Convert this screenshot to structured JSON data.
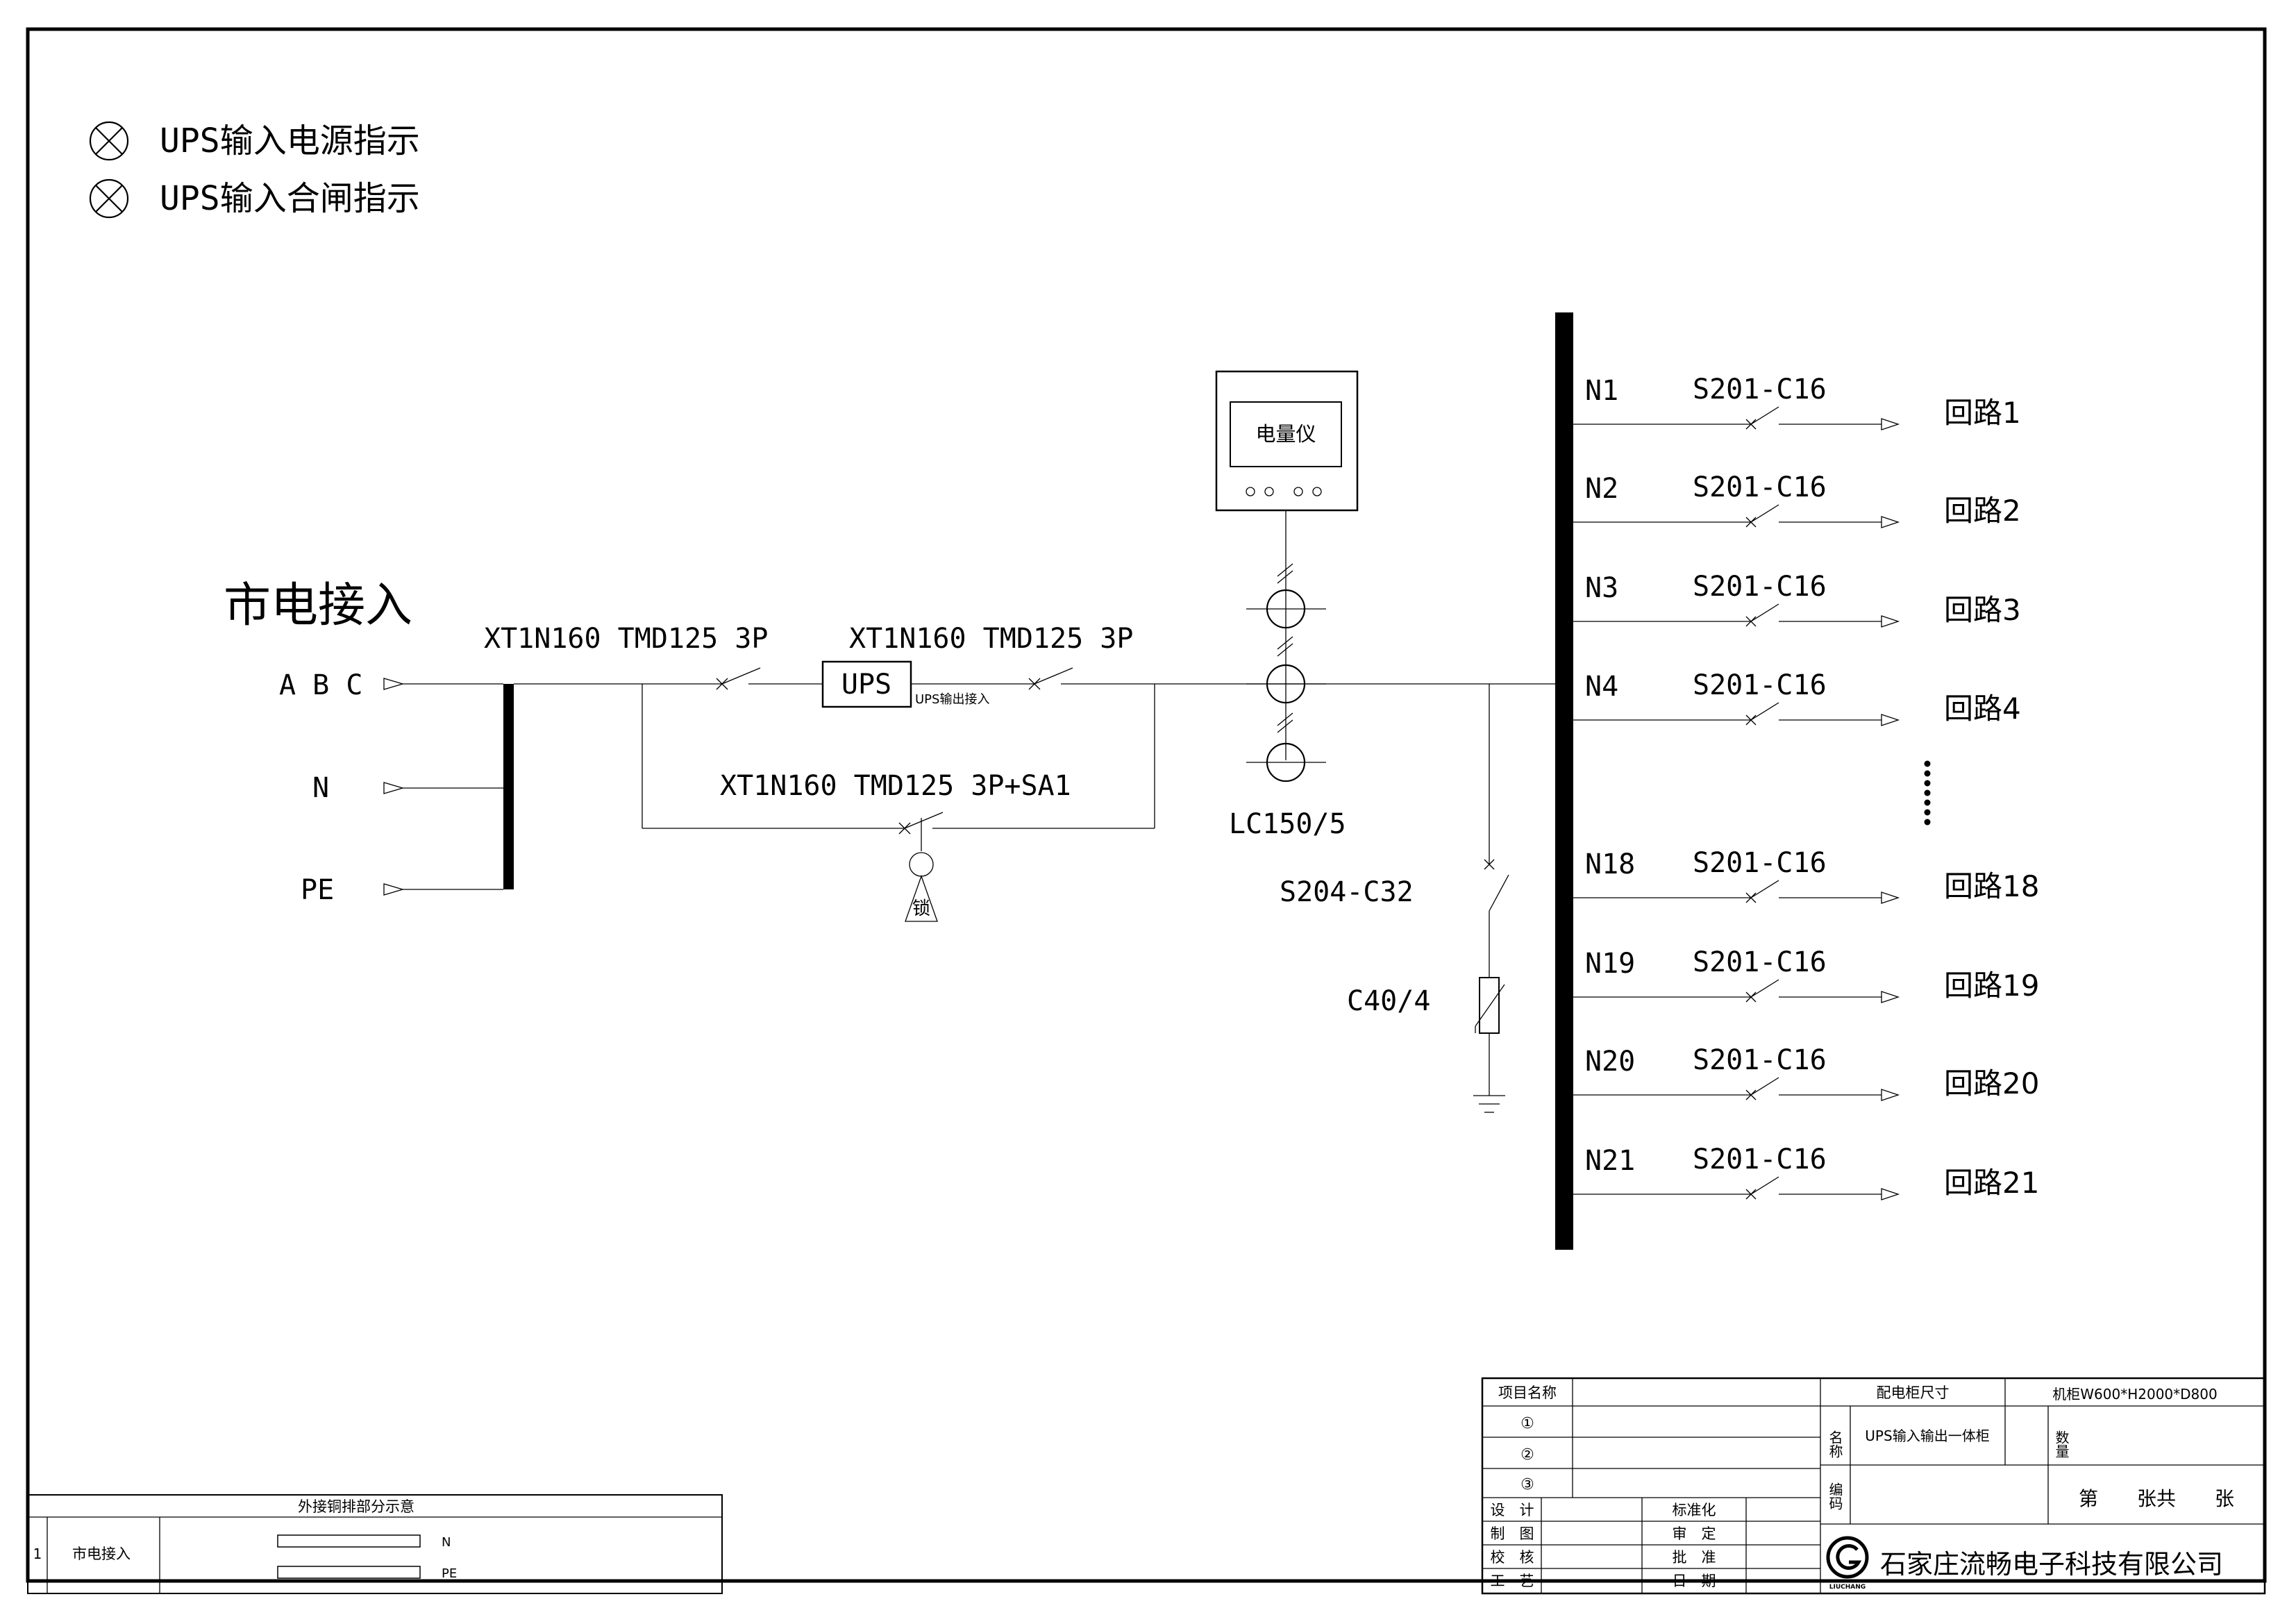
{
  "indicators": [
    {
      "label": "UPS输入电源指示"
    },
    {
      "label": "UPS输入合闸指示"
    }
  ],
  "inputs": {
    "title": "市电接入",
    "phases": "A B C",
    "neutral": "N",
    "earth": "PE"
  },
  "main_breaker": "XT1N160 TMD125 3P",
  "ups": {
    "label": "UPS",
    "note": "UPS输出接入"
  },
  "output_breaker": "XT1N160 TMD125 3P",
  "bypass_breaker": "XT1N160 TMD125 3P+SA1",
  "lock_label": "锁",
  "meter": {
    "label": "电量仪"
  },
  "ct": {
    "label": "LC150/5"
  },
  "spd": {
    "breaker": "S204-C32",
    "arrester": "C40/4"
  },
  "branches": [
    {
      "neutral": "N1",
      "breaker": "S201-C16",
      "circuit": "回路1"
    },
    {
      "neutral": "N2",
      "breaker": "S201-C16",
      "circuit": "回路2"
    },
    {
      "neutral": "N3",
      "breaker": "S201-C16",
      "circuit": "回路3"
    },
    {
      "neutral": "N4",
      "breaker": "S201-C16",
      "circuit": "回路4"
    },
    {
      "neutral": "N18",
      "breaker": "S201-C16",
      "circuit": "回路18"
    },
    {
      "neutral": "N19",
      "breaker": "S201-C16",
      "circuit": "回路19"
    },
    {
      "neutral": "N20",
      "breaker": "S201-C16",
      "circuit": "回路20"
    },
    {
      "neutral": "N21",
      "breaker": "S201-C16",
      "circuit": "回路21"
    }
  ],
  "busbar_table": {
    "title": "外接铜排部分示意",
    "row_no": "1",
    "row_name": "市电接入",
    "bar1": "N",
    "bar2": "PE"
  },
  "title_block": {
    "project_label": "项目名称",
    "size_label": "配电柜尺寸",
    "size_value": "机柜W600*H2000*D800",
    "circled": [
      "①",
      "②",
      "③"
    ],
    "name_label": "名称",
    "name_value": "UPS输入输出一体柜",
    "qty_label": "数量",
    "code_label": "编码",
    "sheet_text": "第　　张共　　张",
    "roles": [
      "设　计",
      "制　图",
      "校　核",
      "工　艺"
    ],
    "roles2": [
      "标准化",
      "审　定",
      "批　准",
      "日　期"
    ],
    "company": "石家庄流畅电子科技有限公司",
    "logo_text": "LIUCHANG"
  }
}
